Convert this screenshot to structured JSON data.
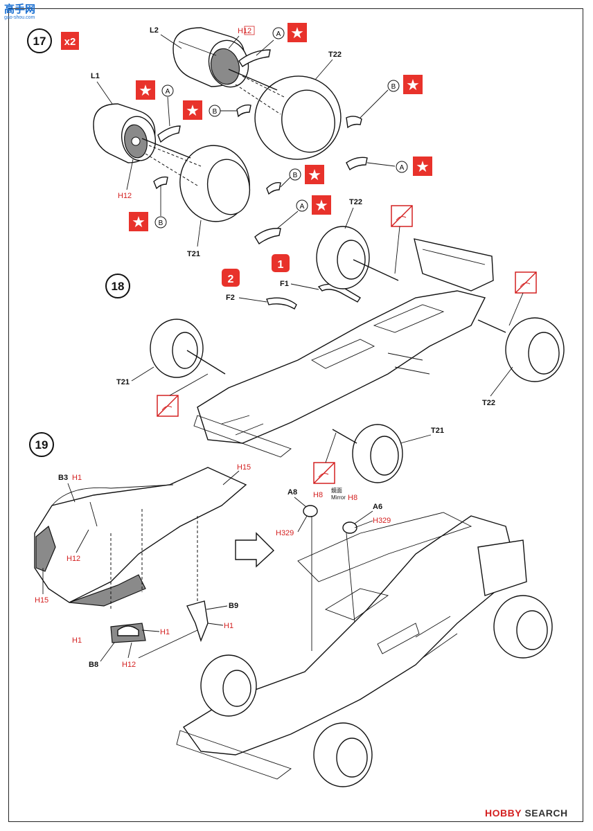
{
  "site": {
    "name": "高手网",
    "url": "gao-shou.com"
  },
  "watermark": {
    "brand": "HOBBY",
    "suffix": " SEARCH"
  },
  "steps": [
    {
      "number": "17",
      "multiplier": "x2"
    },
    {
      "number": "18"
    },
    {
      "number": "19"
    }
  ],
  "sub_steps": [
    "1",
    "2"
  ],
  "parts": {
    "L1": "L1",
    "L2": "L2",
    "T21": "T21",
    "T22": "T22",
    "F1": "F1",
    "F2": "F2",
    "B3": "B3",
    "B8": "B8",
    "B9": "B9",
    "A6": "A6",
    "A8": "A8"
  },
  "paint_codes": {
    "H1": "H1",
    "H8": "H8",
    "H12": "H12",
    "H15": "H15",
    "H329": "H329"
  },
  "markers": {
    "A": "A",
    "B": "B"
  },
  "mirror": {
    "jp": "鏡面",
    "en": "Mirror"
  },
  "colors": {
    "accent_red": "#e8322b",
    "paint_code_red": "#d42020",
    "ink": "#111111"
  }
}
